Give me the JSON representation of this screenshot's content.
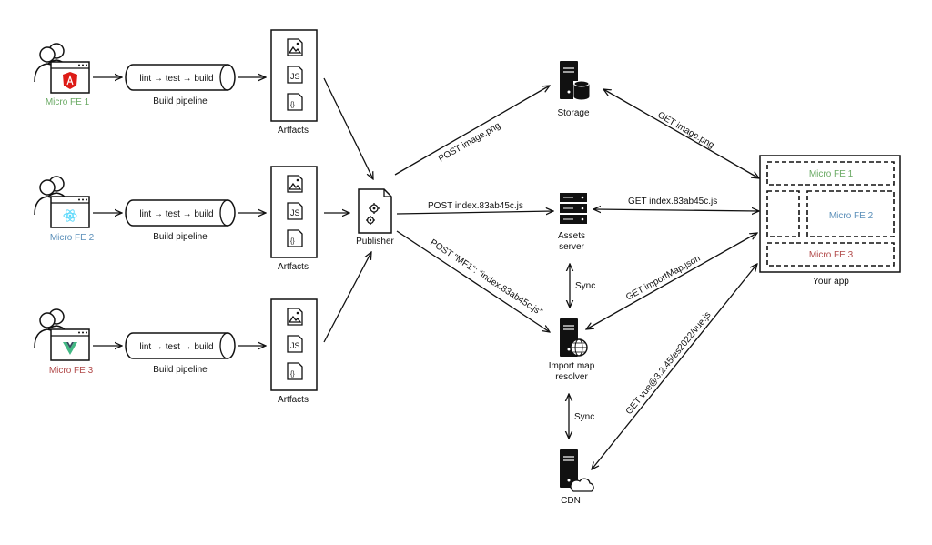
{
  "colors": {
    "fe1": "#6aaa64",
    "fe2": "#5b8fb9",
    "fe3": "#b24a4a",
    "angular": "#dd1b16",
    "react": "#61dafb",
    "vue": "#42b883"
  },
  "teams": [
    {
      "label": "Micro FE 1",
      "framework_icon": "angular-icon",
      "pipeline": "lint → test → build",
      "pipeline_caption": "Build pipeline",
      "artifacts_caption": "Artfacts"
    },
    {
      "label": "Micro FE 2",
      "framework_icon": "react-icon",
      "pipeline": "lint → test → build",
      "pipeline_caption": "Build pipeline",
      "artifacts_caption": "Artfacts"
    },
    {
      "label": "Micro FE 3",
      "framework_icon": "vue-icon",
      "pipeline": "lint → test → build",
      "pipeline_caption": "Build pipeline",
      "artifacts_caption": "Artfacts"
    }
  ],
  "artifact_icons": [
    "image-file-icon",
    "js-file-icon",
    "css-file-icon"
  ],
  "artifact_file_labels": {
    "js": "JS"
  },
  "publisher": {
    "label": "Publisher",
    "icon": "gear-document-icon"
  },
  "nodes": {
    "storage": {
      "label": "Storage",
      "icon": "server-database-icon"
    },
    "assets": {
      "label_line1": "Assets",
      "label_line2": "server",
      "icon": "server-rack-icon"
    },
    "import_map": {
      "label_line1": "Import map",
      "label_line2": "resolver",
      "icon": "server-globe-icon"
    },
    "cdn": {
      "label": "CDN",
      "icon": "server-cloud-icon"
    }
  },
  "app": {
    "label": "Your app",
    "regions": [
      "Micro FE 1",
      "Micro FE 2",
      "Micro FE 3"
    ]
  },
  "edges": {
    "post_image": "POST image.png",
    "post_index": "POST index.83ab45c.js",
    "post_mf1": "POST \"MF1\": \"index.83ab45c.js\"",
    "get_image": "GET image.png",
    "get_index": "GET index.83ab45c.js",
    "get_importmap": "GET importMap.json",
    "get_vue": "GET vue@3.2.45/es2022/vue.js",
    "sync_1": "Sync",
    "sync_2": "Sync"
  }
}
